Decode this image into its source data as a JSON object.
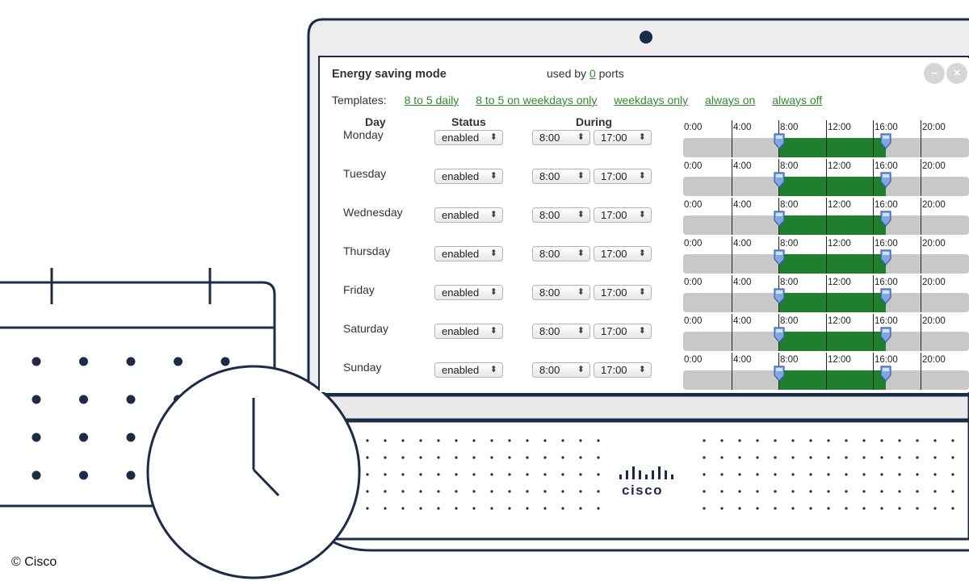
{
  "header": {
    "title": "Energy saving mode",
    "used_by_prefix": "used by",
    "used_by_count": "0",
    "used_by_suffix": "ports"
  },
  "templates": {
    "label": "Templates:",
    "items": [
      "8 to 5 daily",
      "8 to 5 on weekdays only",
      "weekdays only",
      "always on",
      "always off"
    ]
  },
  "columns": {
    "day": "Day",
    "status": "Status",
    "during": "During"
  },
  "timeline_ticks": [
    "0:00",
    "4:00",
    "8:00",
    "12:00",
    "16:00",
    "20:00"
  ],
  "schedule": [
    {
      "day": "Monday",
      "status": "enabled",
      "from": "8:00",
      "to": "17:00"
    },
    {
      "day": "Tuesday",
      "status": "enabled",
      "from": "8:00",
      "to": "17:00"
    },
    {
      "day": "Wednesday",
      "status": "enabled",
      "from": "8:00",
      "to": "17:00"
    },
    {
      "day": "Thursday",
      "status": "enabled",
      "from": "8:00",
      "to": "17:00"
    },
    {
      "day": "Friday",
      "status": "enabled",
      "from": "8:00",
      "to": "17:00"
    },
    {
      "day": "Saturday",
      "status": "enabled",
      "from": "8:00",
      "to": "17:00"
    },
    {
      "day": "Sunday",
      "status": "enabled",
      "from": "8:00",
      "to": "17:00"
    }
  ],
  "brand": {
    "logo_text": "cisco"
  },
  "credit": "© Cisco",
  "colors": {
    "link": "#2e8b2e",
    "active_range": "#1f7f2f",
    "inactive_range": "#c8c8c8",
    "outline": "#1c2b47"
  }
}
